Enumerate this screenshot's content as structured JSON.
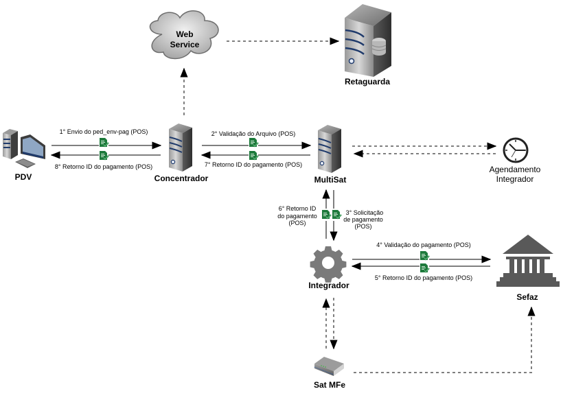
{
  "diagram": {
    "nodes": {
      "pdv": {
        "label": "PDV",
        "icon": "desktop-computer-icon"
      },
      "concentrador": {
        "label": "Concentrador",
        "icon": "server-icon"
      },
      "multisat": {
        "label": "MultiSat",
        "icon": "server-icon"
      },
      "webservice": {
        "label_line1": "Web",
        "label_line2": "Service",
        "icon": "cloud-icon"
      },
      "retaguarda": {
        "label": "Retaguarda",
        "icon": "database-server-icon"
      },
      "agendamento": {
        "label_line1": "Agendamento",
        "label_line2": "Integrador",
        "icon": "clock-icon"
      },
      "integrador": {
        "label": "Integrador",
        "icon": "gear-icon"
      },
      "sefaz": {
        "label": "Sefaz",
        "icon": "government-building-icon"
      },
      "satmfe": {
        "label": "Sat MFe",
        "icon": "router-device-icon"
      }
    },
    "edges": {
      "step1": "1° Envio do ped_env-pag (POS)",
      "step2": "2° Validação do Arquivo (POS)",
      "step3_line1": "3° Solicitação",
      "step3_line2": "de pagamento",
      "step3_line3": "(POS)",
      "step4": "4° Validação do pagamento (POS)",
      "step5": "5° Retorno ID do pagamento (POS)",
      "step6_line1": "6° Retorno ID",
      "step6_line2": "do pagamento",
      "step6_line3": "(POS)",
      "step7": "7° Retorno ID do pagamento (POS)",
      "step8": "8° Retorno ID do pagamento (POS)"
    },
    "colors": {
      "arrow": "#7f7f7f",
      "arrowhead": "#000000",
      "doc_icon": "#1e7a3c",
      "server_stripe": "#1f3a6b",
      "icon_gray": "#595959"
    }
  }
}
